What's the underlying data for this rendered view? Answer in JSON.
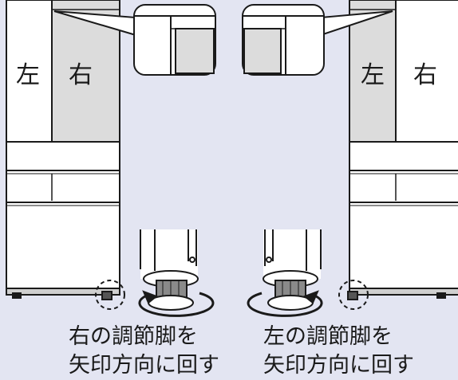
{
  "left_panel": {
    "door_left_label": "左",
    "door_right_label": "右",
    "caption_line1": "右の調節脚を",
    "caption_line2": "矢印方向に回す"
  },
  "right_panel": {
    "door_left_label": "左",
    "door_right_label": "右",
    "caption_line1": "左の調節脚を",
    "caption_line2": "矢印方向に回す"
  },
  "colors": {
    "background": "#e3e5f2",
    "cabinet": "#ffffff",
    "door_shade": "#dcdcdc",
    "outline": "#1a1a1a"
  }
}
